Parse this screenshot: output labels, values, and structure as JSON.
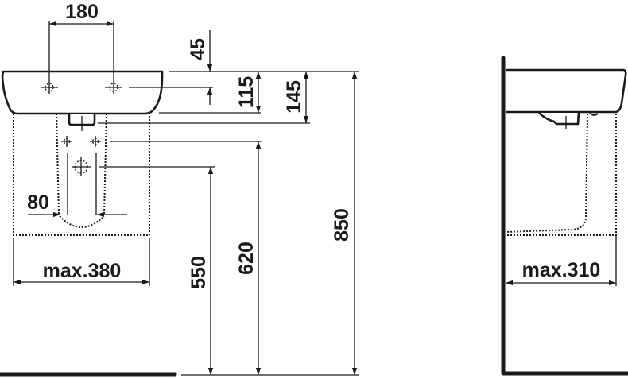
{
  "drawing": {
    "subject": "Wall-hung washbasin installation dimensions",
    "front_view": {
      "dimensions": {
        "tap_hole_spacing": "180",
        "overflow_from_top": "45",
        "waste_from_top": "115",
        "basin_height": "145",
        "pedestal_width": "80",
        "max_width": "max.380",
        "fixing_height_lower": "550",
        "fixing_height_upper": "620",
        "rim_height": "850"
      }
    },
    "side_view": {
      "dimensions": {
        "max_depth": "max.310"
      }
    },
    "colors": {
      "line": "#1a1a1a",
      "background": "#ffffff"
    }
  }
}
